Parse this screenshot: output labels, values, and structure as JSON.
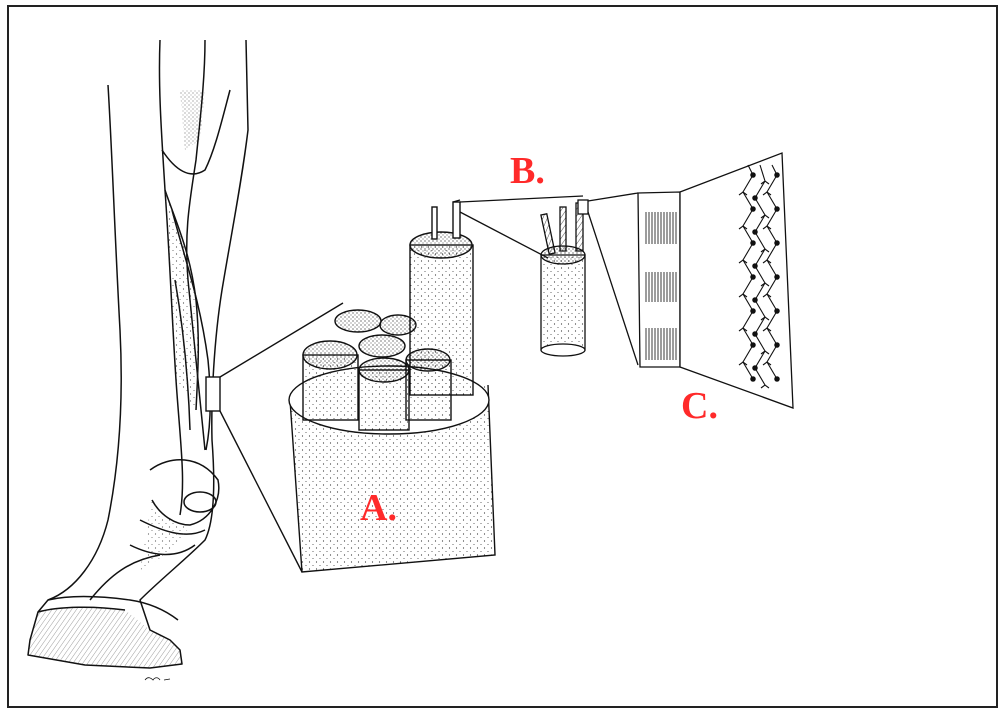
{
  "labels": {
    "a": "A.",
    "b": "B.",
    "c": "C."
  },
  "colors": {
    "label": "#ff2a2a",
    "ink": "#111111",
    "frame": "#222222"
  },
  "icons": {
    "limb": "horse-lower-leg-illustration",
    "tendon": "tendon-cross-section-illustration",
    "fascicle": "fascicle-illustration",
    "fibril": "fibril-banding-illustration"
  }
}
